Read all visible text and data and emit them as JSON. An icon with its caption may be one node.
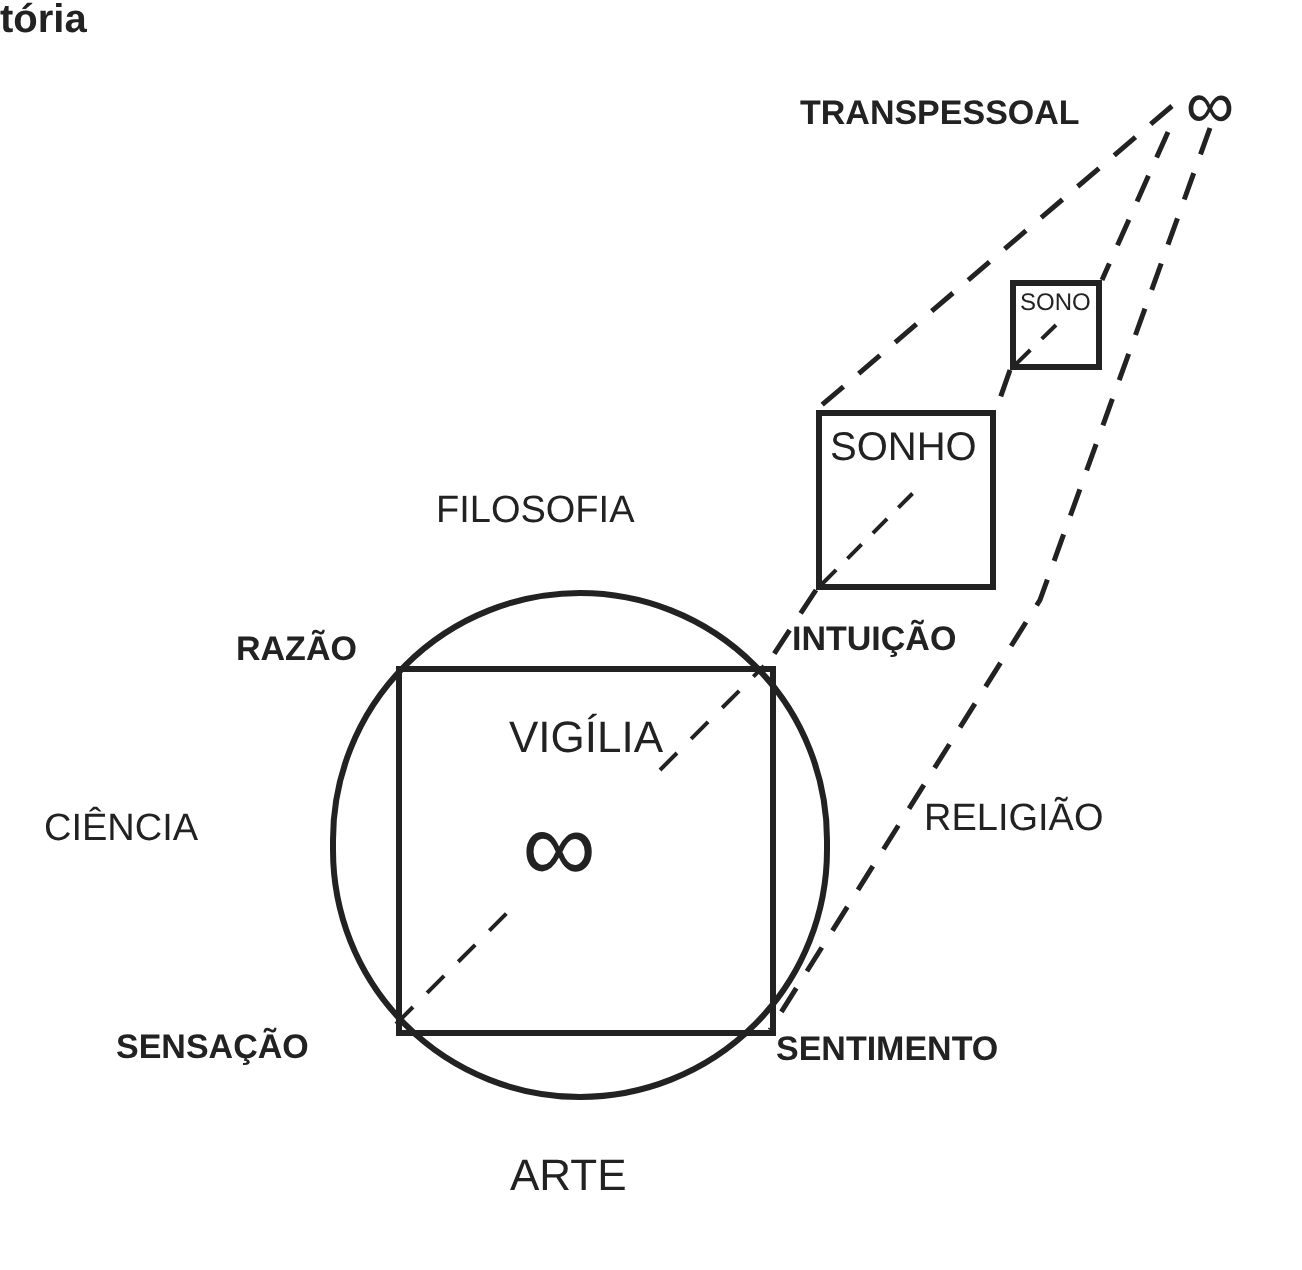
{
  "diagram": {
    "nodes": [
      {
        "text": [
          "∞"
        ],
        "beside": [
          "TRANSPESSOAL"
        ]
      },
      {
        "text": [
          "SONO"
        ]
      },
      {
        "text": [
          "SONHO"
        ]
      },
      {
        "text": [],
        "shape": "circle"
      },
      {
        "text": [
          "VIGÍLIA",
          "∞"
        ],
        "in": 3
      }
    ],
    "edges": [
      {
        "from": 0,
        "to": 1,
        "arrow": "none",
        "style": "dashed"
      },
      {
        "from": 1,
        "to": 2,
        "arrow": "none",
        "style": "dashed"
      },
      {
        "from": 2,
        "to": 4,
        "arrow": "none",
        "style": "dashed"
      },
      {
        "from": 0,
        "to": 2,
        "arrow": "none",
        "style": "dashed"
      },
      {
        "from": 0,
        "to": 4,
        "arrow": "none",
        "style": "dashed"
      }
    ],
    "labels": [
      "tória",
      "FILOSOFIA",
      "RAZÃO",
      "INTUIÇÃO",
      "CIÊNCIA",
      "RELIGIÃO",
      "SENSAÇÃO",
      "SENTIMENTO",
      "ARTE"
    ]
  }
}
